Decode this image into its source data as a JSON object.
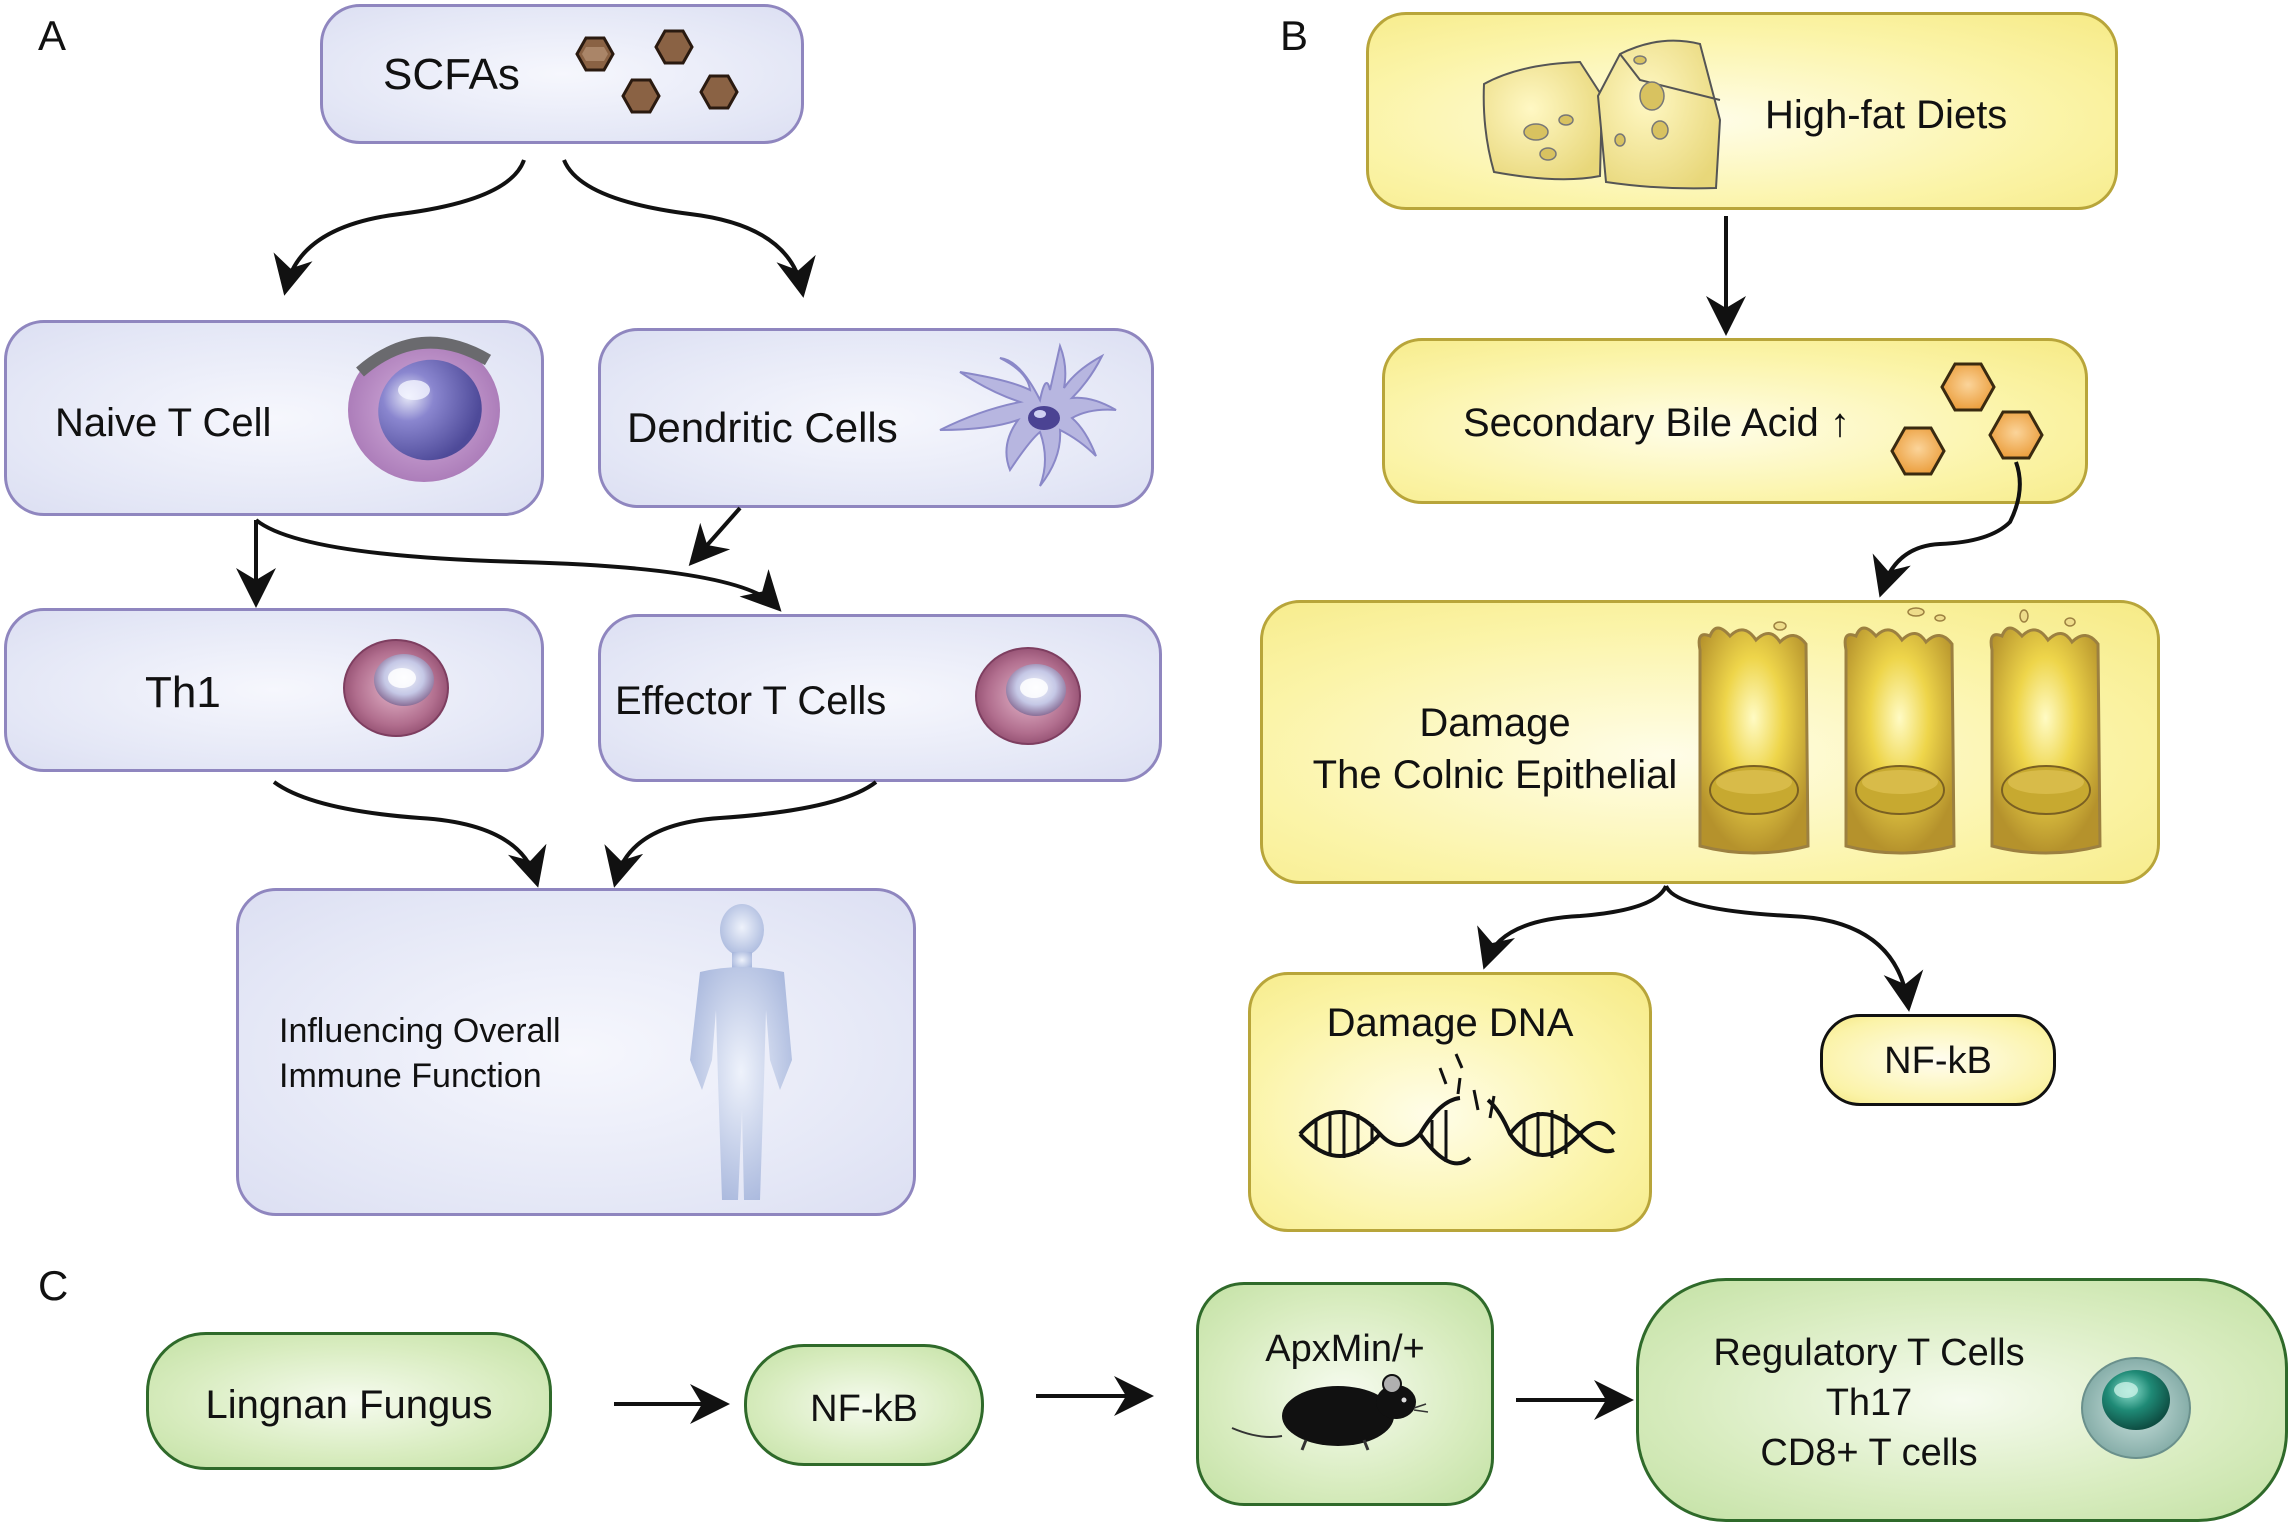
{
  "panels": {
    "a": "A",
    "b": "B",
    "c": "C"
  },
  "a": {
    "scfas": "SCFAs",
    "naive": "Naive T Cell",
    "dendritic": "Dendritic Cells",
    "th1": "Th1",
    "effector": "Effector T Cells",
    "influence_1": "Influencing Overall",
    "influence_2": "Immune Function"
  },
  "b": {
    "highfat": "High-fat Diets",
    "bile": "Secondary Bile Acid ↑",
    "damage_1": "Damage",
    "damage_2": "The Colnic Epithelial",
    "dna": "Damage DNA",
    "nfkb": "NF-kB"
  },
  "c": {
    "lingnan": "Lingnan Fungus",
    "nfkb": "NF-kB",
    "apx": "ApxMin/+",
    "treg": "Regulatory T Cells",
    "th17": "Th17",
    "cd8": "CD8+ T cells"
  },
  "colors": {
    "blue_border": "#8f86bf",
    "yellow_border": "#b8a53a",
    "green_border": "#2f6a2a",
    "hexagon_brown": "#8a6244",
    "hexagon_orange": "#f2a243"
  }
}
